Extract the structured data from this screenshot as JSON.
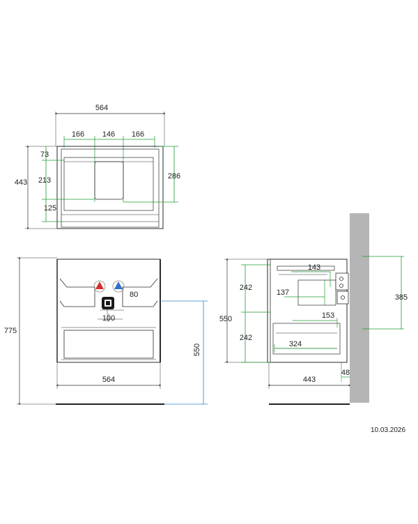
{
  "colors": {
    "outline": "#2a2a2a",
    "dimension_green": "#1f9a2f",
    "dimension_blue": "#2f7fc9",
    "dimension_black": "#1e1e1e",
    "wall": "#b5b5b5",
    "hot_marker": "#d2302b",
    "cold_marker": "#2e6fc9"
  },
  "icons": {
    "hot": "hot-water-connection-icon",
    "cold": "cold-water-connection-icon",
    "drain": "drain-icon",
    "hinge": "wall-bracket-icon"
  },
  "top_view": {
    "width": "564",
    "segments": [
      "166",
      "146",
      "166"
    ],
    "depth": "443",
    "left_dims": [
      "73",
      "213",
      "125"
    ],
    "right_dim": "286"
  },
  "front_view": {
    "height_total": "775",
    "width": "564",
    "drain_offset": "80",
    "drain_spacing": "100",
    "mount_height": "550"
  },
  "side_view": {
    "height": "550",
    "drawer_upper": "242",
    "drawer_lower": "242",
    "inner_upper_a": "143",
    "inner_upper_b": "137",
    "inner_lower_a": "153",
    "inner_lower_b": "324",
    "depth": "443",
    "wall_offset": "48",
    "bracket_spacing": "385"
  },
  "footer": {
    "date": "10.03.2026"
  }
}
